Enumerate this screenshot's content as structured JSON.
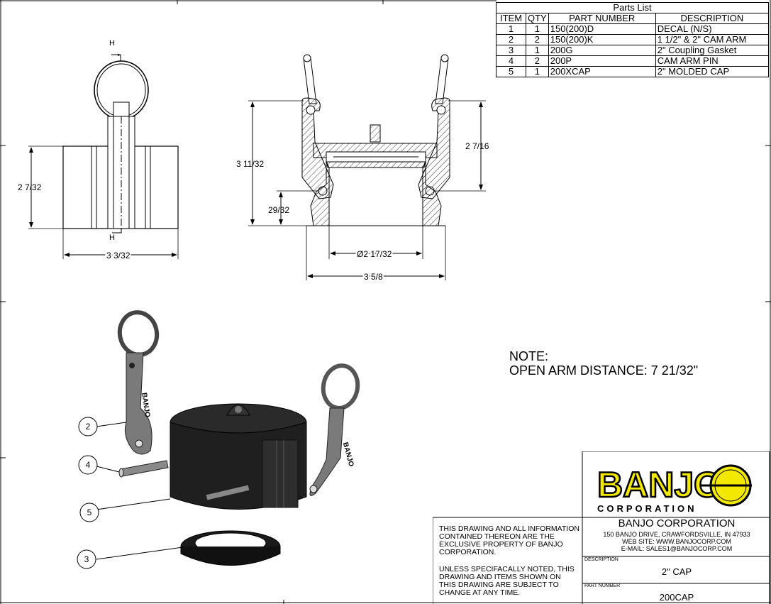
{
  "parts_list": {
    "title": "Parts List",
    "headers": [
      "ITEM",
      "QTY",
      "PART NUMBER",
      "DESCRIPTION"
    ],
    "rows": [
      [
        "1",
        "1",
        "150(200)D",
        "DECAL (N/S)"
      ],
      [
        "2",
        "2",
        "150(200)K",
        "1 1/2\" & 2\" CAM ARM"
      ],
      [
        "3",
        "1",
        "200G",
        "2\" Coupling Gasket"
      ],
      [
        "4",
        "2",
        "200P",
        "CAM ARM PIN"
      ],
      [
        "5",
        "1",
        "200XCAP",
        "2\" MOLDED CAP"
      ]
    ]
  },
  "dimensions": {
    "section_mark": "H",
    "front_height": "2 7/32",
    "front_width": "3 3/32",
    "side_total_height": "3 11/32",
    "side_lower_height": "29/32",
    "side_arm_height": "2 7/16",
    "side_bore": "Ø2 17/32",
    "side_width": "3 5/8"
  },
  "note": {
    "line1": "NOTE:",
    "line2": "OPEN ARM DISTANCE: 7 21/32\""
  },
  "balloons": [
    "2",
    "4",
    "5",
    "3"
  ],
  "cam_arm_text": "BANJO",
  "title_block": {
    "logo_word": "BANJO",
    "logo_sub": "CORPORATION",
    "company": "BANJO CORPORATION",
    "address": "150 BANJO DRIVE, CRAWFORDSVILLE, IN 47933",
    "web": "WEB SITE: WWW.BANJOCORP.COM",
    "email": "E-MAIL: SALES1@BANJOCORP.COM",
    "description_label": "DESCRIPTION",
    "description": "2\" CAP",
    "part_number_label": "PART NUMBER",
    "part_number": "200CAP",
    "notice_1": "THIS DRAWING AND ALL INFORMATION CONTAINED THEREON ARE THE EXCLUSIVE PROPERTY OF BANJO CORPORATION.",
    "notice_2": "UNLESS SPECIFACALLY NOTED, THIS DRAWING AND ITEMS SHOWN ON THIS DRAWING ARE SUBJECT TO CHANGE AT ANY TIME."
  },
  "colors": {
    "logo_yellow": "#f2e800",
    "logo_black": "#000000"
  }
}
